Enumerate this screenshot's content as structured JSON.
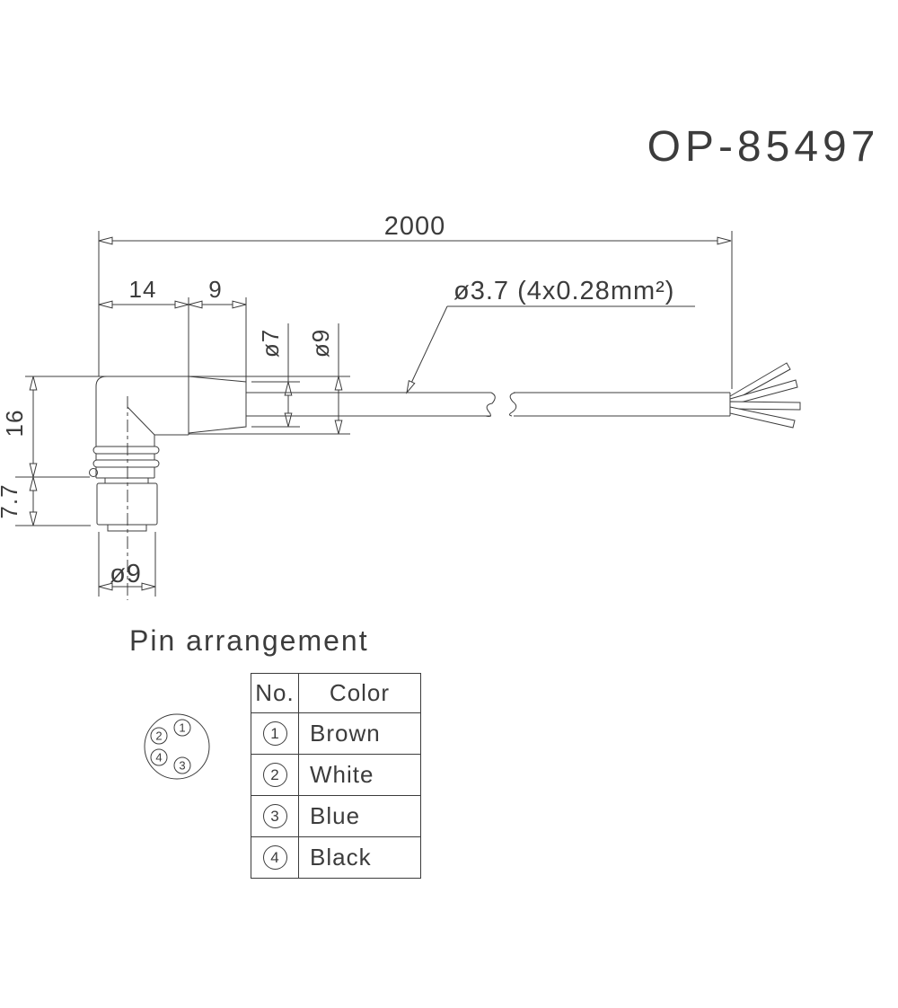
{
  "title": "OP-85497",
  "colors": {
    "line": "#3c3c3c",
    "background": "#ffffff"
  },
  "dimensions": {
    "overall_length": "2000",
    "connector_body_width": "14",
    "boot_width": "9",
    "cable_spec": "ø3.7 (4x0.28mm²)",
    "boot_diameter": "ø7",
    "body_diameter": "ø9",
    "connector_height": "16",
    "nut_height": "7.7",
    "nut_diameter": "ø9"
  },
  "pin_arrangement": {
    "heading": "Pin arrangement",
    "pins": [
      "1",
      "2",
      "3",
      "4"
    ],
    "table": {
      "headers": [
        "No.",
        "Color"
      ],
      "rows": [
        {
          "no": "1",
          "color": "Brown"
        },
        {
          "no": "2",
          "color": "White"
        },
        {
          "no": "3",
          "color": "Blue"
        },
        {
          "no": "4",
          "color": "Black"
        }
      ]
    }
  }
}
